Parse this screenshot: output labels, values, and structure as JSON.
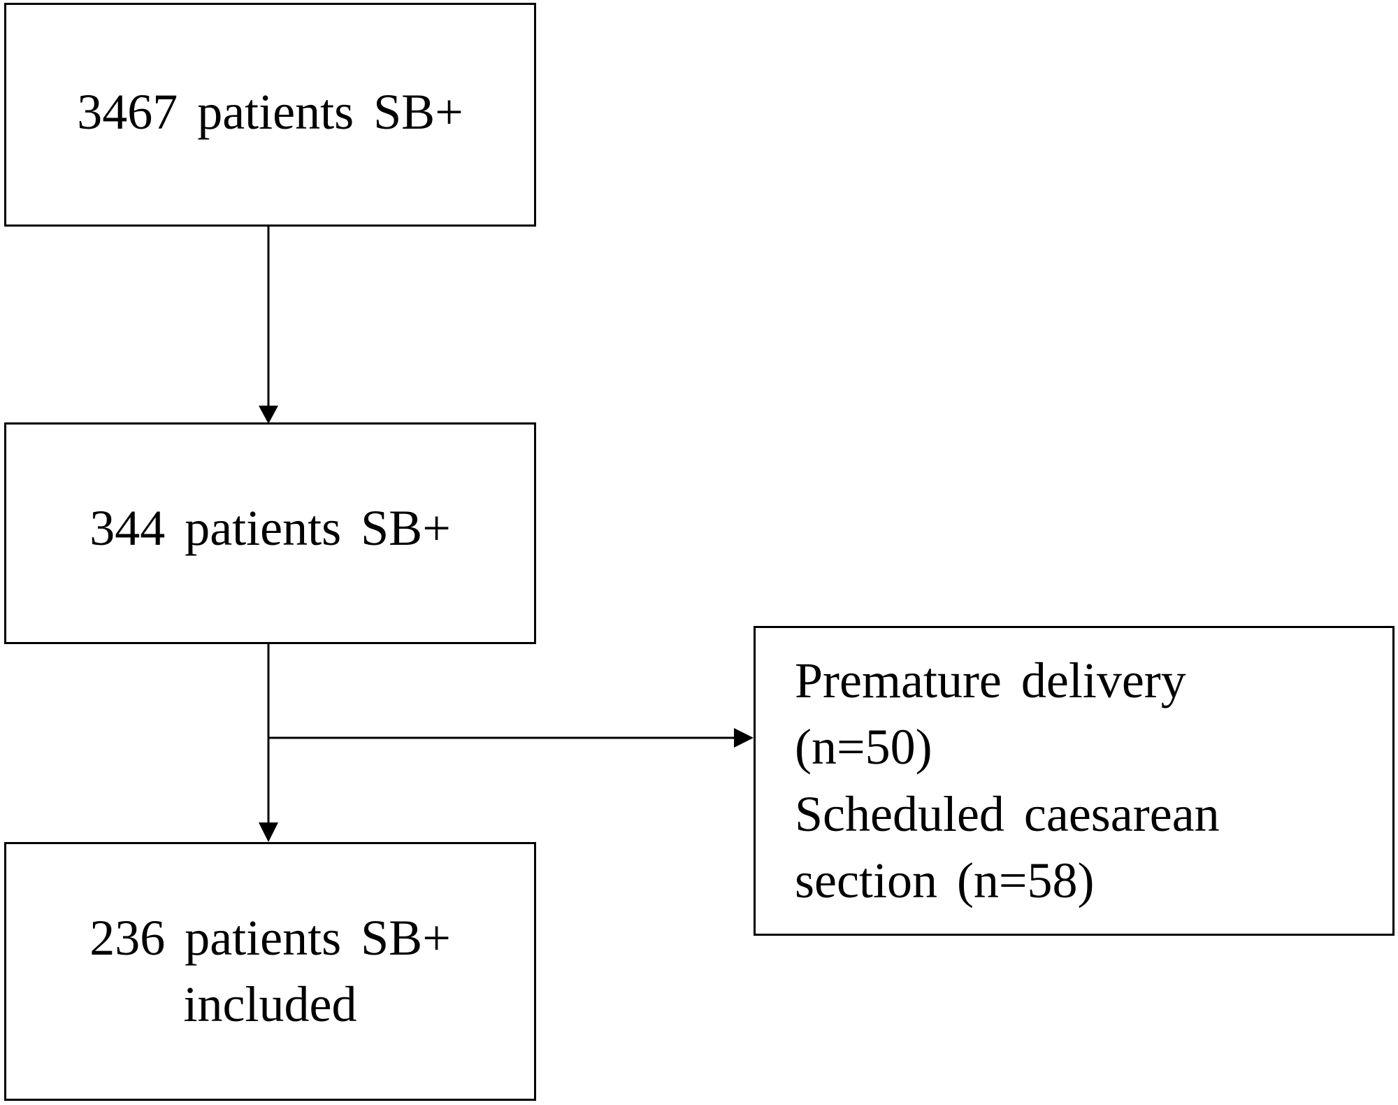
{
  "flowchart": {
    "boxes": {
      "step1": {
        "lines": [
          "3467 patients SB+"
        ]
      },
      "step2": {
        "lines": [
          "344 patients SB+"
        ]
      },
      "step3": {
        "lines": [
          "236 patients SB+",
          "included"
        ]
      },
      "exclusion": {
        "lines": [
          "Premature delivery",
          "(n=50)",
          "Scheduled caesarean",
          "section (n=58)"
        ]
      }
    },
    "colors": {
      "line": "#000000",
      "box_border": "#000000",
      "background": "#ffffff"
    }
  }
}
